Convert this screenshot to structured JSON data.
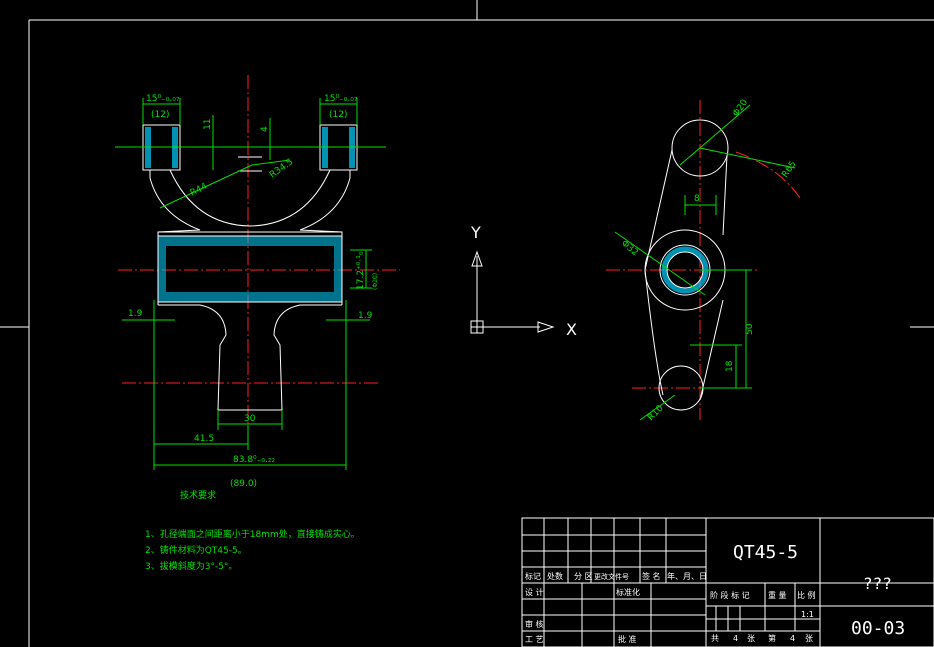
{
  "colors": {
    "background": "#000000",
    "outline": "#ffffff",
    "dimension": "#00e000",
    "centerline": "#ff2020",
    "hatch": "#00d0ff"
  },
  "left_view": {
    "dims": {
      "flange_tol_left": "15⁰₋₀.₀₇",
      "flange_ref_left": "(12)",
      "flange_tol_right": "15⁰₋₀.₀₇",
      "flange_ref_right": "(12)",
      "d11": "11",
      "d4": "4",
      "r34": "R34.5",
      "r44": "R44",
      "bore": "17.2⁺⁰·¹₀",
      "bore_ref": "(Φ20)",
      "w19_left": "1.9",
      "w19_right": "1.9",
      "w30": "30",
      "w415": "41.5",
      "w838": "83.8⁰₋₀.₂₂",
      "w838_ref": "(89.0)"
    },
    "notes_title": "技术要求",
    "notes": [
      "1、孔径端面之间距离小于18mm处，直接铸成实心。",
      "2、铸件材料为QT45-5。",
      "3、拔模斜度为3°-5°。"
    ]
  },
  "right_view": {
    "dims": {
      "phi20": "Φ20",
      "r65": "R65",
      "d8": "8",
      "phi32": "Φ32",
      "d50": "50",
      "d18": "18",
      "r10": "R10"
    }
  },
  "ucs": {
    "y": "Y",
    "x": "X"
  },
  "title_block": {
    "material": "QT45-5",
    "name": "???",
    "drawing_no": "00-03",
    "scale": "1:1",
    "row_labels": [
      "标记",
      "处数",
      "分 区",
      "更改文件号",
      "签 名",
      "年、月、日"
    ],
    "left_labels": [
      "设 计",
      "审 核",
      "工 艺"
    ],
    "mid_labels": [
      "标准化",
      "批 准"
    ],
    "stage_labels": [
      "阶 段 标 记",
      "重 量",
      "比 例"
    ],
    "sheet": {
      "total_label": "共",
      "total": "4",
      "unit1": "张",
      "sheet_label": "第",
      "sheet": "4",
      "unit2": "张"
    }
  }
}
